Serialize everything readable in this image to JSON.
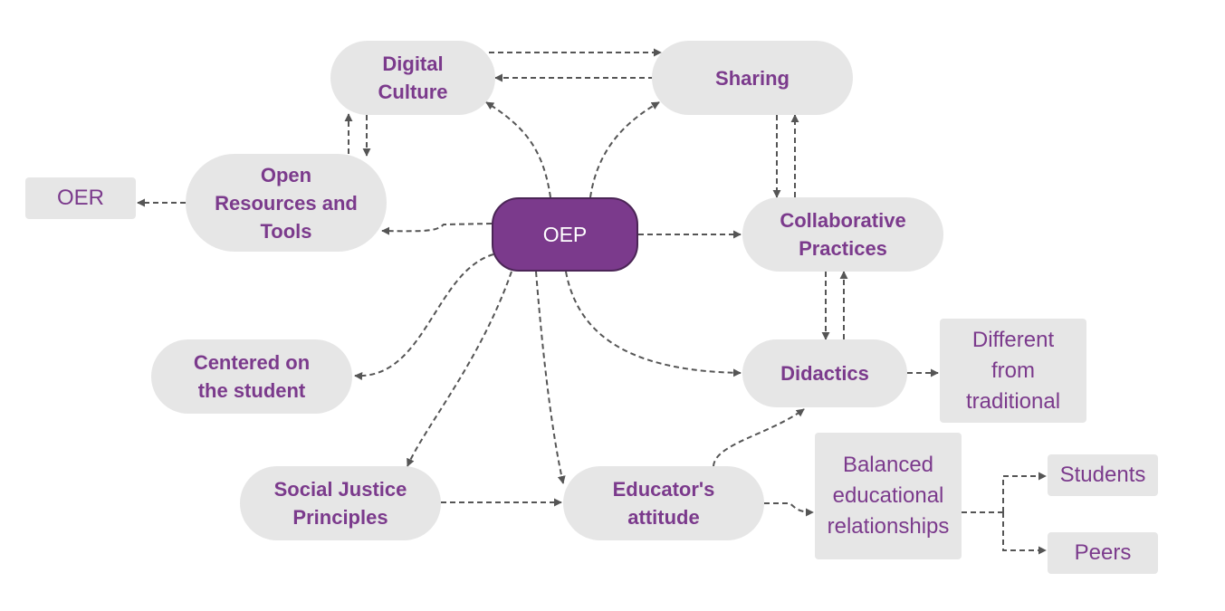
{
  "colors": {
    "accent": "#7b3a8c",
    "node_fill": "#e6e6e6",
    "center_fill": "#7b3a8c",
    "center_text": "#ffffff",
    "edge": "#555555"
  },
  "nodes": {
    "oep": "OEP",
    "digital_culture": "Digital\nCulture",
    "sharing": "Sharing",
    "open_resources": "Open\nResources and\nTools",
    "oer": "OER",
    "collaborative": "Collaborative\nPractices",
    "centered": "Centered on\nthe student",
    "didactics": "Didactics",
    "different": "Different\nfrom\ntraditional",
    "social_justice": "Social Justice\nPrinciples",
    "educator": "Educator's\nattitude",
    "balanced": "Balanced\neducational\nrelationships",
    "students": "Students",
    "peers": "Peers"
  }
}
